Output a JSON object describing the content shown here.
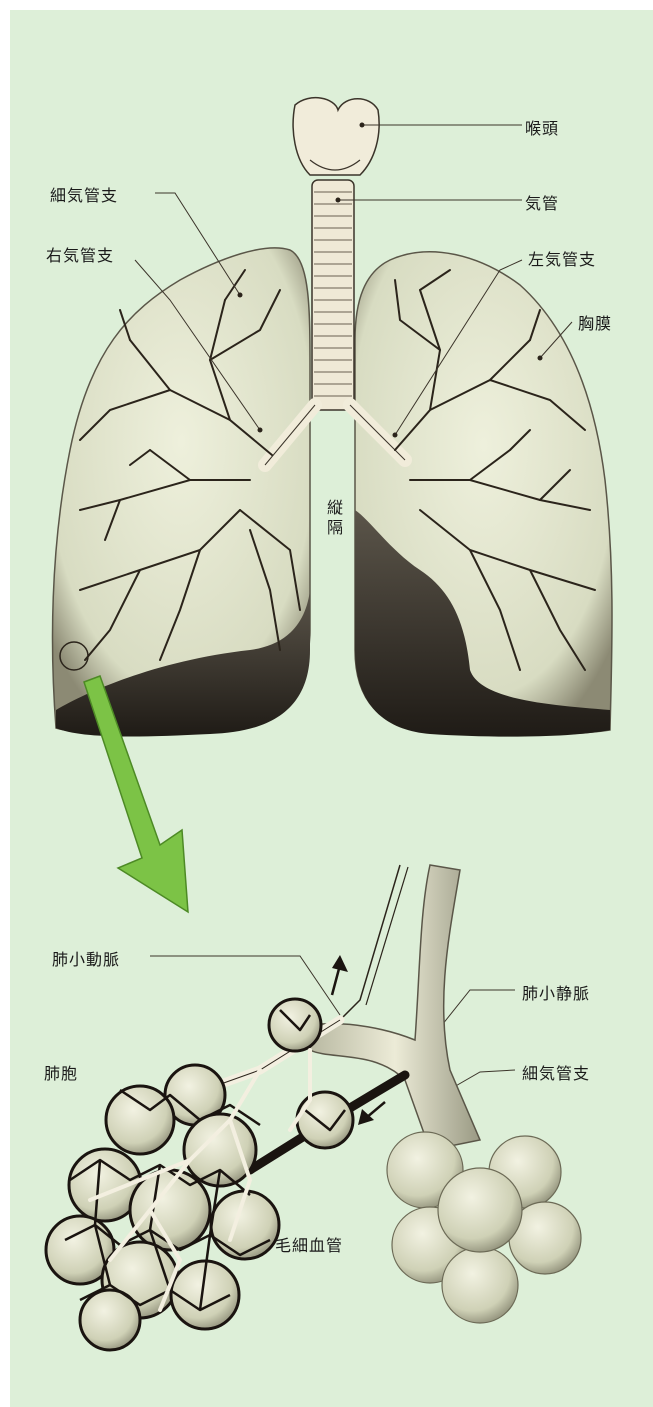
{
  "colors": {
    "background": "#ddefd8",
    "lung_fill": "#e3ead2",
    "lung_shadow": "#2a2620",
    "airway": "#f4efdf",
    "ink": "#2b241b",
    "arrow": "#7cc346",
    "artery": "#ffffff",
    "capillary": "#1a1410"
  },
  "labels": {
    "larynx": "喉頭",
    "bronchiole_top": "細気管支",
    "trachea": "気管",
    "right_bronchus": "右気管支",
    "left_bronchus": "左気管支",
    "pleura": "胸膜",
    "mediastinum": "縦隔",
    "pulmonary_arteriole": "肺小動脈",
    "pulmonary_venule": "肺小静脈",
    "alveolus": "肺胞",
    "bronchiole_bottom": "細気管支",
    "capillary": "毛細血管"
  },
  "icons": {
    "zoom_arrow": "green-arrow-icon",
    "flow_arrow_up": "up-arrow-icon",
    "flow_arrow_in": "diagonal-arrow-icon"
  }
}
